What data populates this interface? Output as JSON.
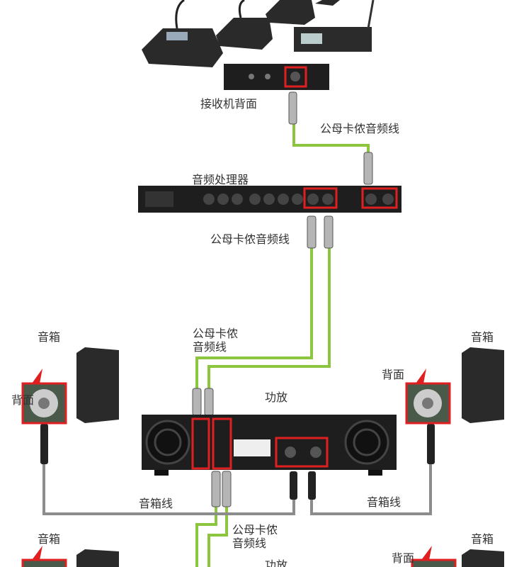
{
  "labels": {
    "receiver_back": "接收机背面",
    "xlr_cable_1": "公母卡侬音频线",
    "processor": "音频处理器",
    "xlr_cable_2": "公母卡侬音频线",
    "xlr_cable_3_line1": "公母卡侬",
    "xlr_cable_3_line2": "音频线",
    "amplifier_1": "功放",
    "speaker_top_left": "音箱",
    "speaker_top_right": "音箱",
    "back_left": "背面",
    "back_right": "背面",
    "speaker_cable_left": "音箱线",
    "speaker_cable_right": "音箱线",
    "xlr_cable_4_line1": "公母卡侬",
    "xlr_cable_4_line2": "音频线",
    "speaker_bottom_left": "音箱",
    "speaker_bottom_right": "音箱",
    "back_bottom_right": "背面",
    "amplifier_2": "功放"
  },
  "colors": {
    "audio_cable": "#8cc63f",
    "speaker_cable": "#8c8c8c",
    "highlight": "#e02020",
    "device": "#1e1e1e"
  }
}
